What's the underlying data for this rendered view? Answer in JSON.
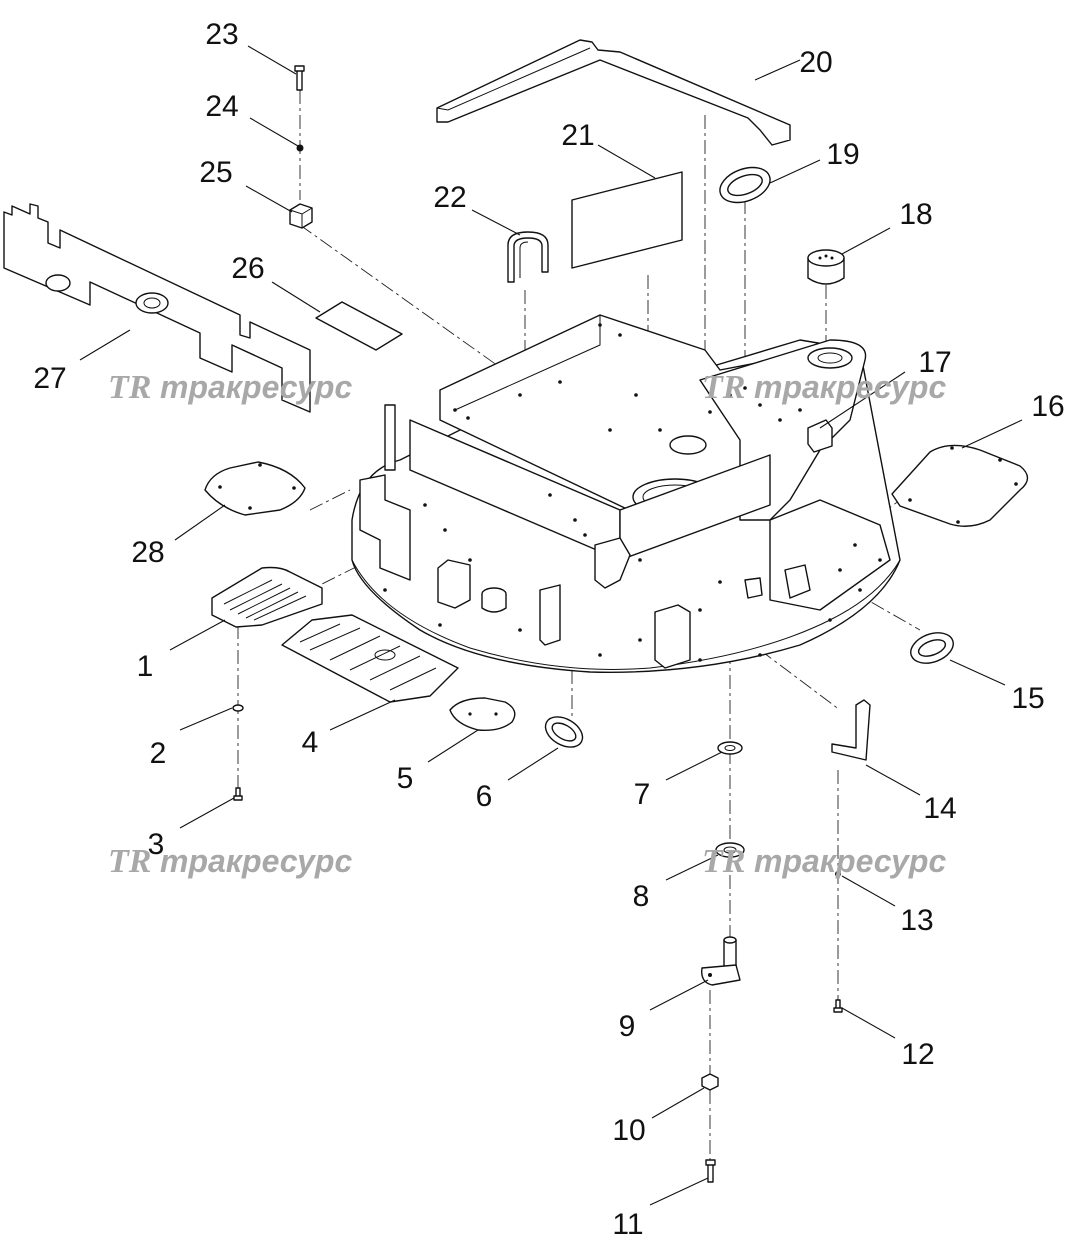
{
  "diagram": {
    "callouts": [
      {
        "id": "1",
        "label": "1"
      },
      {
        "id": "2",
        "label": "2"
      },
      {
        "id": "3",
        "label": "3"
      },
      {
        "id": "4",
        "label": "4"
      },
      {
        "id": "5",
        "label": "5"
      },
      {
        "id": "6",
        "label": "6"
      },
      {
        "id": "7",
        "label": "7"
      },
      {
        "id": "8",
        "label": "8"
      },
      {
        "id": "9",
        "label": "9"
      },
      {
        "id": "10",
        "label": "10"
      },
      {
        "id": "11",
        "label": "11"
      },
      {
        "id": "12",
        "label": "12"
      },
      {
        "id": "13",
        "label": "13"
      },
      {
        "id": "14",
        "label": "14"
      },
      {
        "id": "15",
        "label": "15"
      },
      {
        "id": "16",
        "label": "16"
      },
      {
        "id": "17",
        "label": "17"
      },
      {
        "id": "18",
        "label": "18"
      },
      {
        "id": "19",
        "label": "19"
      },
      {
        "id": "20",
        "label": "20"
      },
      {
        "id": "21",
        "label": "21"
      },
      {
        "id": "22",
        "label": "22"
      },
      {
        "id": "23",
        "label": "23"
      },
      {
        "id": "24",
        "label": "24"
      },
      {
        "id": "25",
        "label": "25"
      },
      {
        "id": "26",
        "label": "26"
      },
      {
        "id": "27",
        "label": "27"
      },
      {
        "id": "28",
        "label": "28"
      }
    ]
  },
  "watermark": {
    "logo": "TR",
    "text": "тракресурс",
    "color": "#a8a8a8"
  }
}
